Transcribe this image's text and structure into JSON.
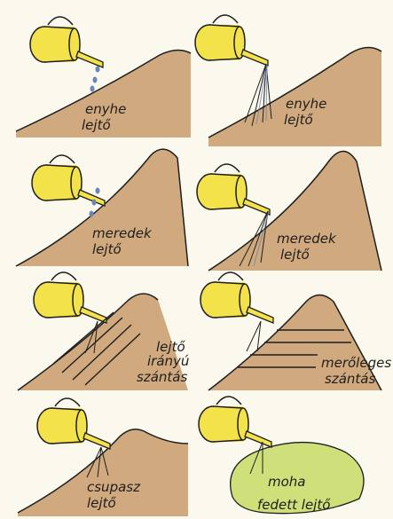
{
  "panels": [
    {
      "id": "gentle-slope-drip",
      "label_lines": [
        "enyhe",
        "lejtő"
      ]
    },
    {
      "id": "gentle-slope-spray",
      "label_lines": [
        "enyhe",
        "lejtő"
      ]
    },
    {
      "id": "steep-slope-drip",
      "label_lines": [
        "meredek",
        "lejtő"
      ]
    },
    {
      "id": "steep-slope-spray",
      "label_lines": [
        "meredek",
        "lejtő"
      ]
    },
    {
      "id": "downslope-plowing",
      "label_lines": [
        "lejtő",
        "irányú",
        "szántás"
      ]
    },
    {
      "id": "contour-plowing",
      "label_lines": [
        "merőleges",
        "szántás"
      ]
    },
    {
      "id": "bare-slope",
      "label_lines": [
        "csupasz",
        "lejtő"
      ]
    },
    {
      "id": "covered-slope",
      "label_lines": [
        "moha",
        "fedett lejtő"
      ]
    }
  ],
  "colors": {
    "background": "#fbf9ee",
    "soil": "#c99b6a",
    "soil_dark": "#a87a4e",
    "can": "#f4e24a",
    "moss": "#cfe07a",
    "ink": "#1e1e1e",
    "water": "#6a86b4"
  },
  "icons": [
    "watering-can-icon"
  ]
}
